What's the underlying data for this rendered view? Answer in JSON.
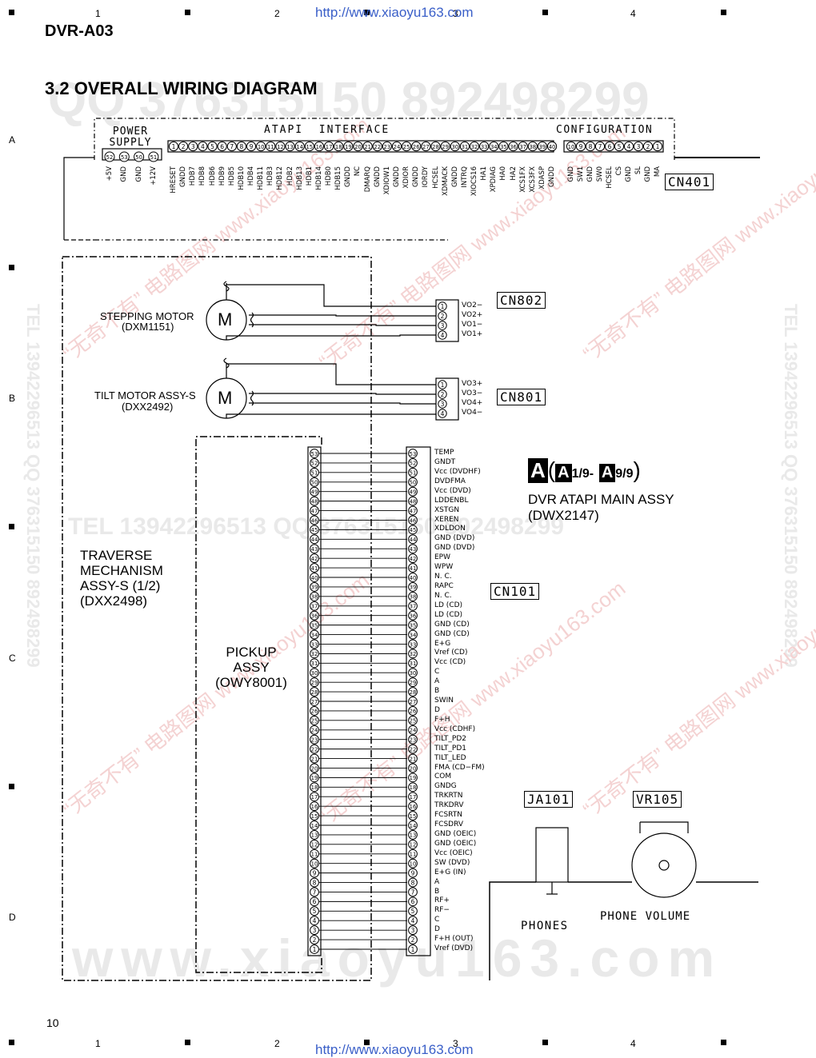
{
  "header": {
    "model": "DVR-A03",
    "url": "http://www.xiaoyu163.com",
    "page_number": "10",
    "section_title": "3.2 OVERALL WIRING DIAGRAM",
    "grid_cols": [
      "1",
      "2",
      "3",
      "4"
    ],
    "grid_rows": [
      "A",
      "B",
      "C",
      "D"
    ]
  },
  "watermarks": {
    "qq": "QQ 376315150   892498299",
    "tel": "TEL 13942296513  QQ 376315150  892498299",
    "site": "www.xiaoyu163.com",
    "mid": "TEL 13942296513   QQ 376315150   892498299",
    "red": "“无奇不有” 电路图网 www.xiaoyu163.com"
  },
  "cn401": {
    "label": "CN401",
    "power_supply_title": "POWER SUPPLY",
    "atapi_title": "ATAPI  INTERFACE",
    "config_title": "CONFIGURATION",
    "power_pins": [
      "52",
      "53",
      "50",
      "51"
    ],
    "power_signals": [
      "+5V",
      "GND",
      "GND",
      "+12V"
    ],
    "atapi_pins": [
      "1",
      "2",
      "3",
      "4",
      "5",
      "6",
      "7",
      "8",
      "9",
      "10",
      "11",
      "12",
      "13",
      "14",
      "15",
      "16",
      "17",
      "18",
      "19",
      "20",
      "21",
      "22",
      "23",
      "24",
      "25",
      "26",
      "27",
      "28",
      "29",
      "30",
      "31",
      "32",
      "33",
      "34",
      "35",
      "36",
      "37",
      "38",
      "39",
      "40"
    ],
    "atapi_signals": [
      "HRESET",
      "GNDD",
      "HDB7",
      "HDB8",
      "HDB6",
      "HDB9",
      "HDB5",
      "HDB10",
      "HDB4",
      "HDB11",
      "HDB3",
      "HDB12",
      "HDB2",
      "HDB13",
      "HDB1",
      "HDB14",
      "HDB0",
      "HDB15",
      "GNDD",
      "NC",
      "DMARQ",
      "GNDD",
      "XDIOW1",
      "GNDD",
      "XDIOR",
      "GNDD",
      "IORDY",
      "HCSEL",
      "XDMACK",
      "GNDD",
      "INTRQ",
      "XIOCS16",
      "HA1",
      "XPDIAG",
      "HA0",
      "HA2",
      "XCS1FX",
      "XCS3FX",
      "XDASP",
      "GNDD"
    ],
    "config_pins": [
      "10",
      "9",
      "8",
      "7",
      "6",
      "5",
      "4",
      "3",
      "2",
      "1"
    ],
    "config_signals": [
      "GND",
      "SW1",
      "GND",
      "SW0",
      "HCSEL",
      "CS",
      "GND",
      "SL",
      "GND",
      "MA"
    ]
  },
  "motors": {
    "stepping_name": "STEPPING MOTOR",
    "stepping_part": "(DXM1151)",
    "tilt_name": "TILT MOTOR ASSY-S",
    "tilt_part": "(DXX2492)",
    "motor_symbol": "M"
  },
  "cn802": {
    "label": "CN802",
    "pins": [
      "1",
      "2",
      "3",
      "4"
    ],
    "signals": [
      "VO2−",
      "VO2+",
      "VO1−",
      "VO1+"
    ]
  },
  "cn801": {
    "label": "CN801",
    "pins": [
      "1",
      "2",
      "3",
      "4"
    ],
    "signals": [
      "VO3+",
      "VO3−",
      "VO4+",
      "VO4−"
    ]
  },
  "traverse": {
    "lines": [
      "TRAVERSE",
      "MECHANISM",
      "ASSY-S (1/2)",
      "(DXX2498)"
    ]
  },
  "pickup": {
    "lines": [
      "PICKUP",
      "ASSY",
      "(OWY8001)"
    ]
  },
  "main_assy": {
    "badge_letter": "A",
    "ref_open": "(",
    "ref_first": "1/9-",
    "ref_second": "9/9",
    "ref_close": ")",
    "name": "DVR ATAPI MAIN ASSY",
    "part": "(DWX2147)"
  },
  "cn101": {
    "label": "CN101",
    "pins": [
      "53",
      "52",
      "51",
      "50",
      "49",
      "48",
      "47",
      "46",
      "45",
      "44",
      "43",
      "42",
      "41",
      "40",
      "39",
      "38",
      "37",
      "36",
      "35",
      "34",
      "33",
      "32",
      "31",
      "30",
      "29",
      "28",
      "27",
      "26",
      "25",
      "24",
      "23",
      "22",
      "21",
      "20",
      "19",
      "18",
      "17",
      "16",
      "15",
      "14",
      "13",
      "12",
      "11",
      "10",
      "9",
      "8",
      "7",
      "6",
      "5",
      "4",
      "3",
      "2",
      "1"
    ],
    "signals": [
      "TEMP",
      "GNDT",
      "Vcc (DVDHF)",
      "DVDFMA",
      "Vcc (DVD)",
      "LDDENBL",
      "XSTGN",
      "XEREN",
      "XDLDON",
      "GND (DVD)",
      "GND (DVD)",
      "EPW",
      "WPW",
      "N. C.",
      "RAPC",
      "N. C.",
      "LD (CD)",
      "LD (CD)",
      "GND (CD)",
      "GND (CD)",
      "E+G",
      "Vref (CD)",
      "Vcc (CD)",
      "C",
      "A",
      "B",
      "SWIN",
      "D",
      "F+H",
      "Vcc (CDHF)",
      "TILT_PD2",
      "TILT_PD1",
      "TILT_LED",
      "FMA (CD−FM)",
      "COM",
      "GNDG",
      "TRKRTN",
      "TRKDRV",
      "FCSRTN",
      "FCSDRV",
      "GND (OEIC)",
      "GND (OEIC)",
      "Vcc (OEIC)",
      "SW (DVD)",
      "E+G (IN)",
      "A",
      "B",
      "RF+",
      "RF−",
      "C",
      "D",
      "F+H (OUT)",
      "Vref (DVD)"
    ]
  },
  "ja101": {
    "label": "JA101",
    "caption": "PHONES"
  },
  "vr105": {
    "label": "VR105",
    "caption": "PHONE VOLUME"
  }
}
